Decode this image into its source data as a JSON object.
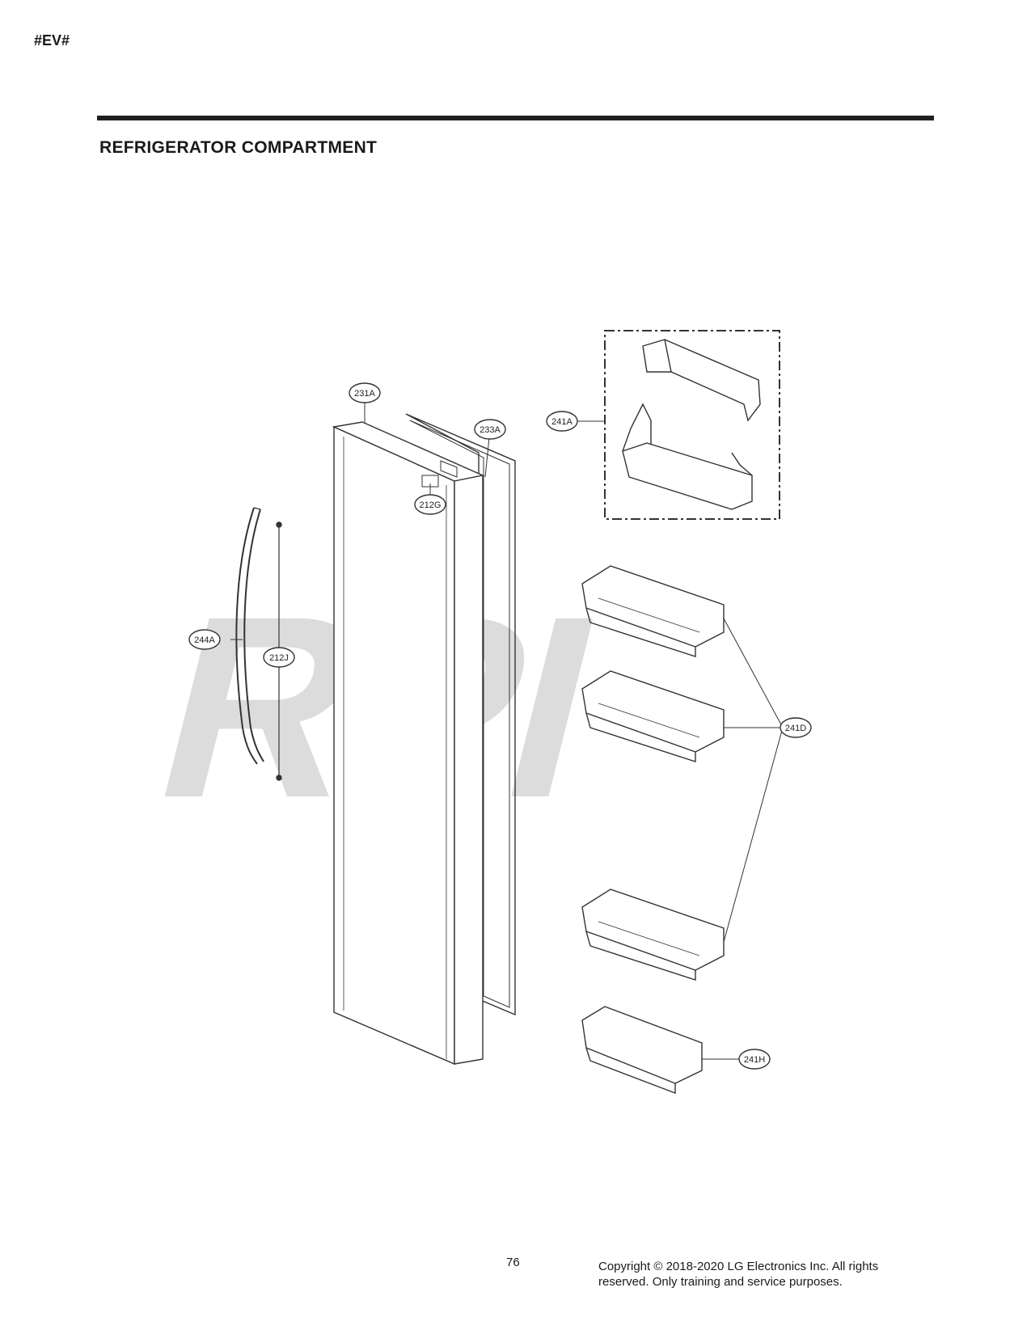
{
  "header": {
    "model_tag": "#EV#",
    "title": "REFRIGERATOR COMPARTMENT"
  },
  "watermark": "RPI",
  "callouts": {
    "c231A": "231A",
    "c233A": "233A",
    "c212G": "212G",
    "c241A": "241A",
    "c244A": "244A",
    "c212J": "212J",
    "c241D": "241D",
    "c241H": "241H"
  },
  "footer": {
    "page_number": "76",
    "copyright": "Copyright © 2018-2020 LG Electronics Inc. All rights reserved. Only training and service purposes."
  },
  "colors": {
    "line": "#333333",
    "watermark": "#d6d6d6",
    "rule": "#1f1f1f"
  }
}
